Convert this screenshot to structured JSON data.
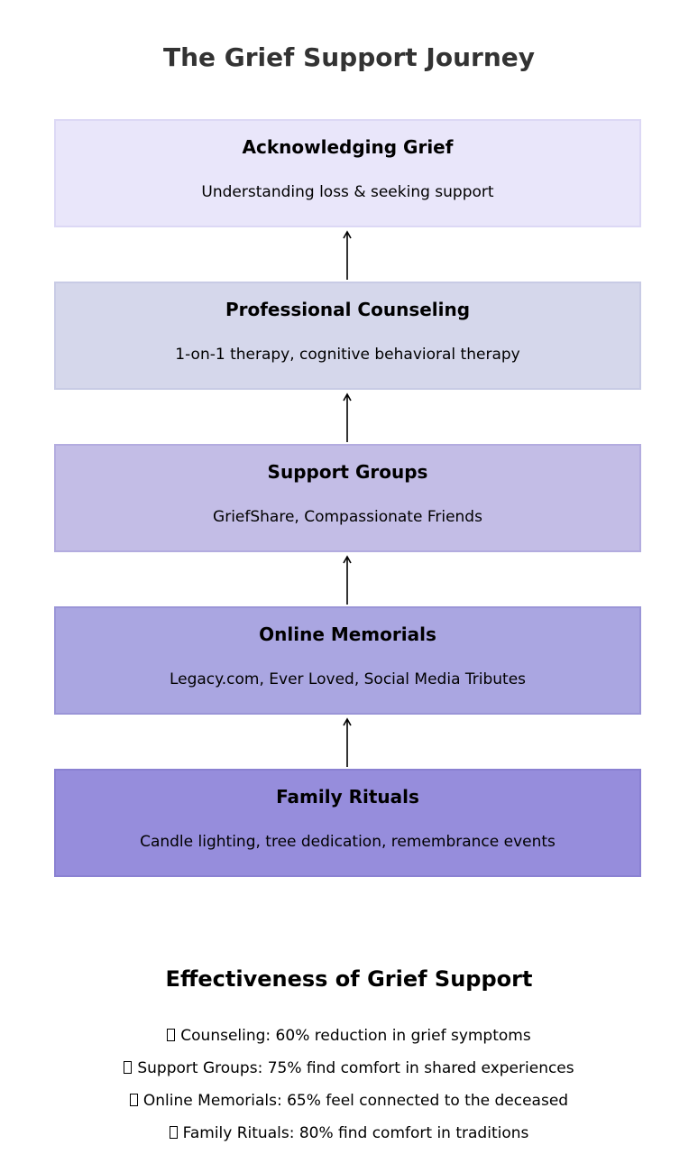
{
  "title": "The Grief Support Journey",
  "stages": [
    {
      "title": "Acknowledging Grief",
      "description": "Understanding loss & seeking support",
      "fill": "#e9e6fa",
      "border": "#dcd8f5"
    },
    {
      "title": "Professional Counseling",
      "description": "1-on-1 therapy, cognitive behavioral therapy",
      "fill": "#d5d7eb",
      "border": "#c8cbe5"
    },
    {
      "title": "Support Groups",
      "description": "GriefShare, Compassionate Friends",
      "fill": "#c3bde6",
      "border": "#b3acdf"
    },
    {
      "title": "Online Memorials",
      "description": "Legacy.com, Ever Loved, Social Media Tributes",
      "fill": "#aaa6e1",
      "border": "#9a95d7"
    },
    {
      "title": "Family Rituals",
      "description": "Candle lighting, tree dedication, remembrance events",
      "fill": "#968ddc",
      "border": "#8a81d2"
    }
  ],
  "arrow_icon": "arrow-up-icon",
  "effectiveness": {
    "title": "Effectiveness of Grief Support",
    "bullet_icon": "missing-glyph-box-icon",
    "items": [
      "Counseling: 60% reduction in grief symptoms",
      "Support Groups: 75% find comfort in shared experiences",
      "Online Memorials: 65% feel connected to the deceased",
      "Family Rituals: 80% find comfort in traditions"
    ]
  }
}
